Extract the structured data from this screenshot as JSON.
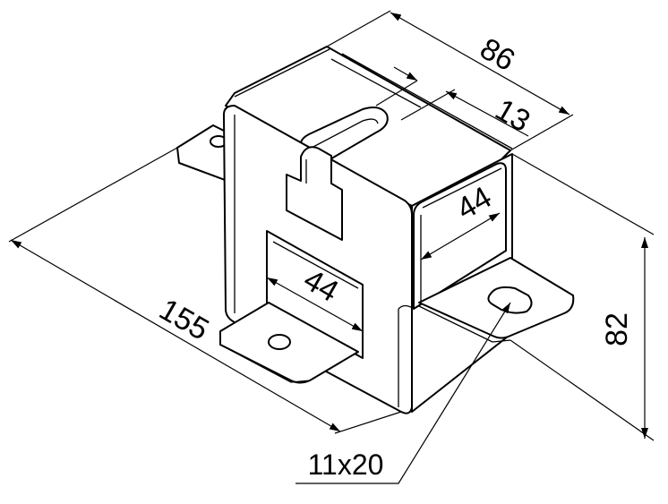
{
  "dimensions": {
    "width_total": "86",
    "slot_width": "13",
    "inner_width_right": "44",
    "inner_width_front": "44",
    "length_total": "155",
    "height_total": "82",
    "hole_size": "11x20"
  },
  "colors": {
    "line": "#000000",
    "background": "#ffffff"
  }
}
